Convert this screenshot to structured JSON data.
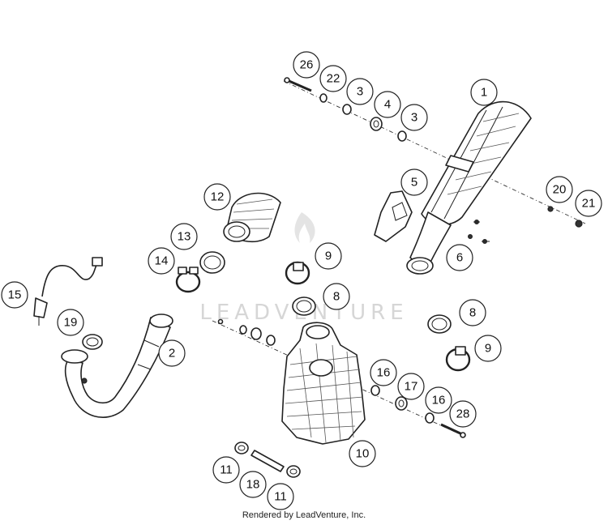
{
  "watermark": {
    "text": "LEADVENTURE"
  },
  "credit": "Rendered by LeadVenture, Inc.",
  "callouts": [
    {
      "id": "c26",
      "label": "26"
    },
    {
      "id": "c22",
      "label": "22"
    },
    {
      "id": "c3a",
      "label": "3"
    },
    {
      "id": "c4",
      "label": "4"
    },
    {
      "id": "c3b",
      "label": "3"
    },
    {
      "id": "c1",
      "label": "1"
    },
    {
      "id": "c5",
      "label": "5"
    },
    {
      "id": "c20",
      "label": "20"
    },
    {
      "id": "c21",
      "label": "21"
    },
    {
      "id": "c6",
      "label": "6"
    },
    {
      "id": "c12",
      "label": "12"
    },
    {
      "id": "c13",
      "label": "13"
    },
    {
      "id": "c14",
      "label": "14"
    },
    {
      "id": "c9a",
      "label": "9"
    },
    {
      "id": "c8a",
      "label": "8"
    },
    {
      "id": "c15",
      "label": "15"
    },
    {
      "id": "c19",
      "label": "19"
    },
    {
      "id": "c2",
      "label": "2"
    },
    {
      "id": "c8b",
      "label": "8"
    },
    {
      "id": "c9b",
      "label": "9"
    },
    {
      "id": "c16a",
      "label": "16"
    },
    {
      "id": "c17",
      "label": "17"
    },
    {
      "id": "c16b",
      "label": "16"
    },
    {
      "id": "c28",
      "label": "28"
    },
    {
      "id": "c10",
      "label": "10"
    },
    {
      "id": "c11a",
      "label": "11"
    },
    {
      "id": "c18",
      "label": "18"
    },
    {
      "id": "c11b",
      "label": "11"
    }
  ]
}
